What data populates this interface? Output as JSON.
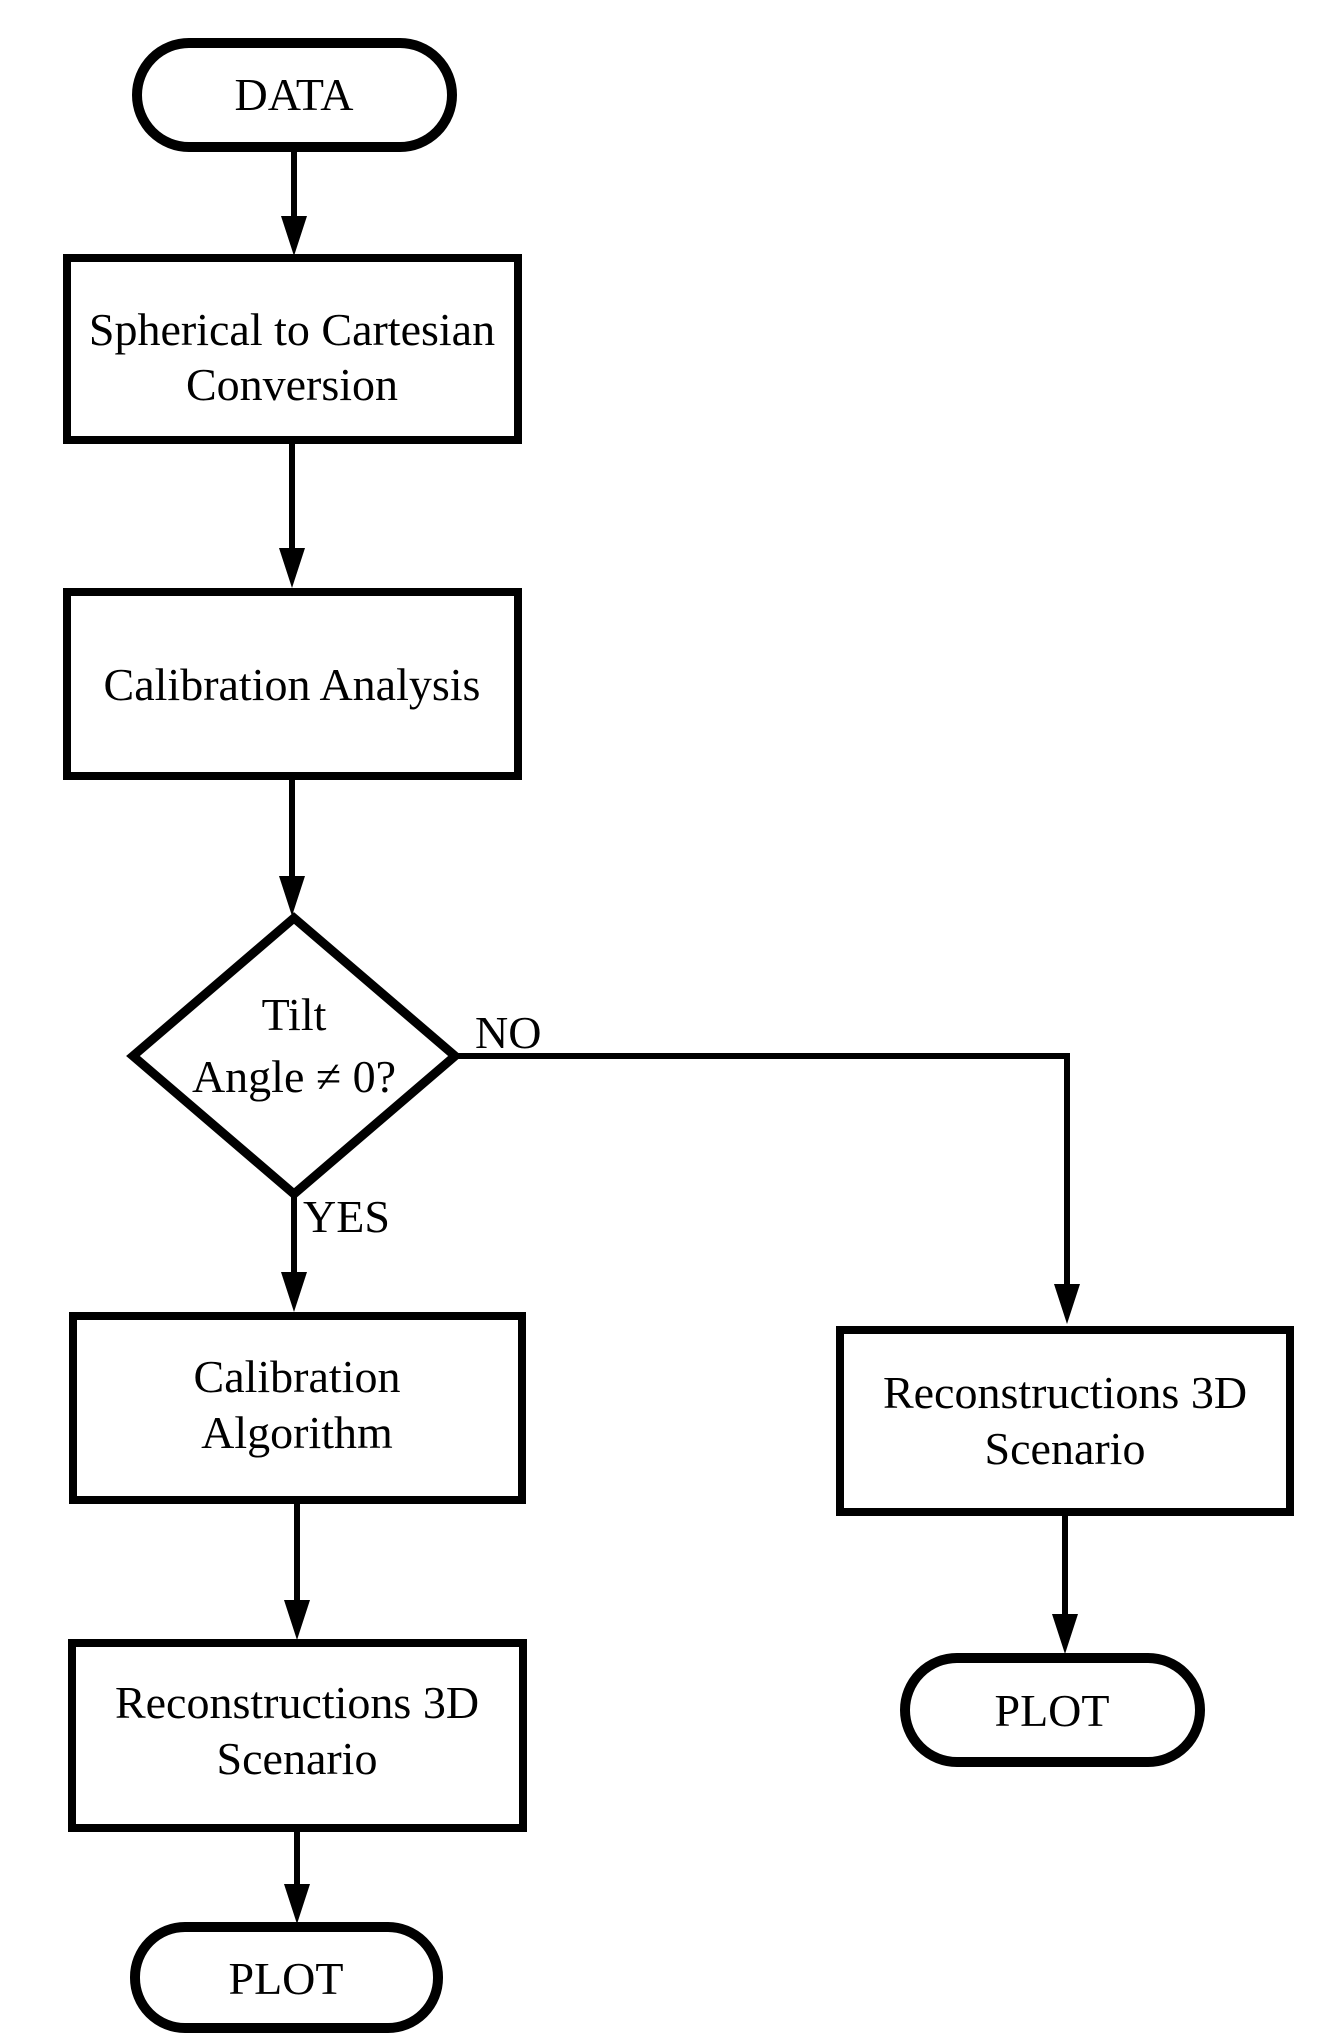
{
  "diagram": {
    "background": "#ffffff",
    "stroke_color": "#000000",
    "text_color": "#000000"
  },
  "nodes": {
    "start": {
      "type": "terminator",
      "label": "DATA"
    },
    "conversion": {
      "type": "process",
      "lines": [
        "Spherical to Cartesian",
        "Conversion"
      ]
    },
    "analysis": {
      "type": "process",
      "lines": [
        "Calibration Analysis"
      ]
    },
    "decision": {
      "type": "decision",
      "lines": [
        "Tilt",
        "Angle ≠ 0?"
      ]
    },
    "algorithm": {
      "type": "process",
      "lines": [
        "Calibration",
        "Algorithm"
      ]
    },
    "recon_left": {
      "type": "process",
      "lines": [
        "Reconstructions 3D",
        "Scenario"
      ]
    },
    "plot_left": {
      "type": "terminator",
      "label": "PLOT"
    },
    "recon_right": {
      "type": "process",
      "lines": [
        "Reconstructions 3D",
        "Scenario"
      ]
    },
    "plot_right": {
      "type": "terminator",
      "label": "PLOT"
    }
  },
  "edges": {
    "yes_label": "YES",
    "no_label": "NO"
  }
}
